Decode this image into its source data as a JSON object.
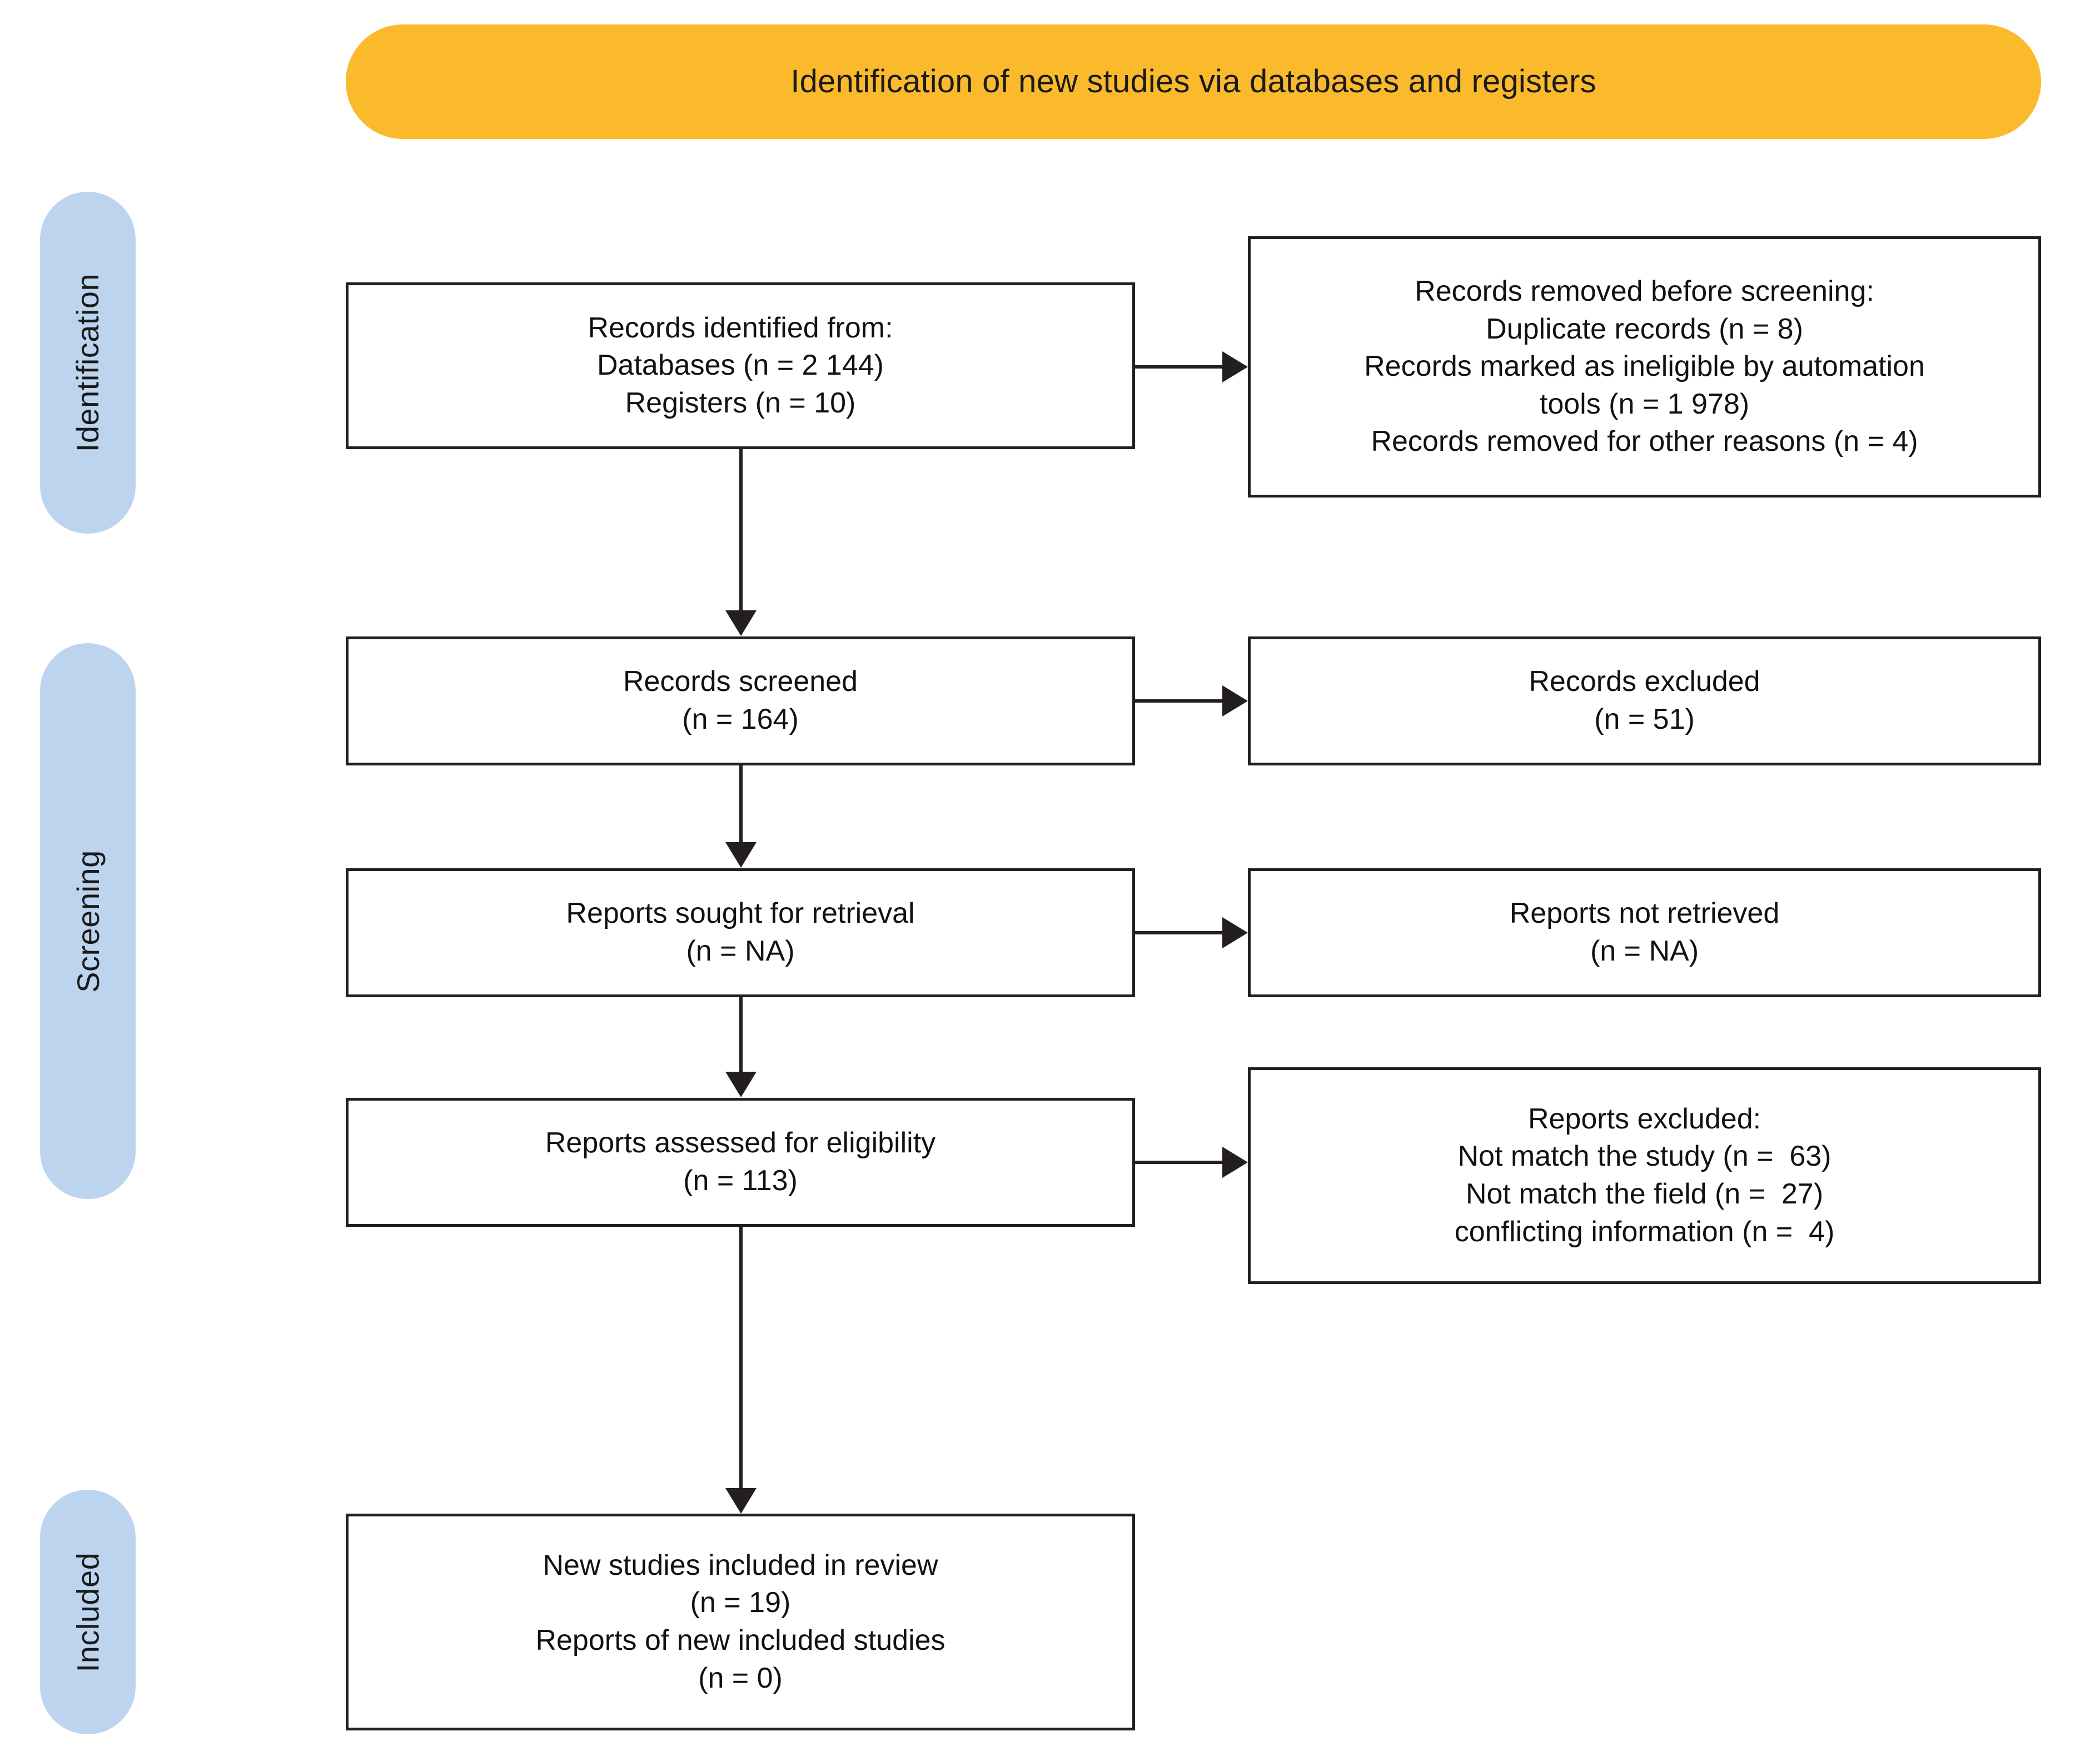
{
  "banner": {
    "title": "Identification of new studies via databases and registers",
    "color": "#fbba2b"
  },
  "stages": {
    "color": "#bdd4ee",
    "identification": "Identification",
    "screening": "Screening",
    "included": "Included"
  },
  "boxes": {
    "identified": {
      "line1": "Records identified from:",
      "line2": "Databases (n = 2 144)",
      "line3": "Registers (n = 10)"
    },
    "removed": {
      "line1": "Records removed before screening:",
      "line2": "Duplicate records (n = 8)",
      "line3": "Records marked as ineligible by automation",
      "line4": "tools (n = 1 978)",
      "line5": "Records removed for other reasons (n = 4)"
    },
    "screened": {
      "line1": "Records screened",
      "line2": "(n = 164)"
    },
    "records_excluded": {
      "line1": "Records excluded",
      "line2": "(n = 51)"
    },
    "sought": {
      "line1": "Reports sought for retrieval",
      "line2": "(n = NA)"
    },
    "not_retrieved": {
      "line1": "Reports not retrieved",
      "line2": "(n = NA)"
    },
    "assessed": {
      "line1": "Reports assessed for eligibility",
      "line2": "(n = 113)"
    },
    "reports_excluded": {
      "line1": "Reports excluded:",
      "line2": "Not match the study (n =  63)",
      "line3": "Not match the field (n =  27)",
      "line4": "conflicting information (n =  4)"
    },
    "included": {
      "line1": "New studies included in review",
      "line2": "(n = 19)",
      "line3": "Reports of new included studies",
      "line4": "(n = 0)"
    }
  }
}
